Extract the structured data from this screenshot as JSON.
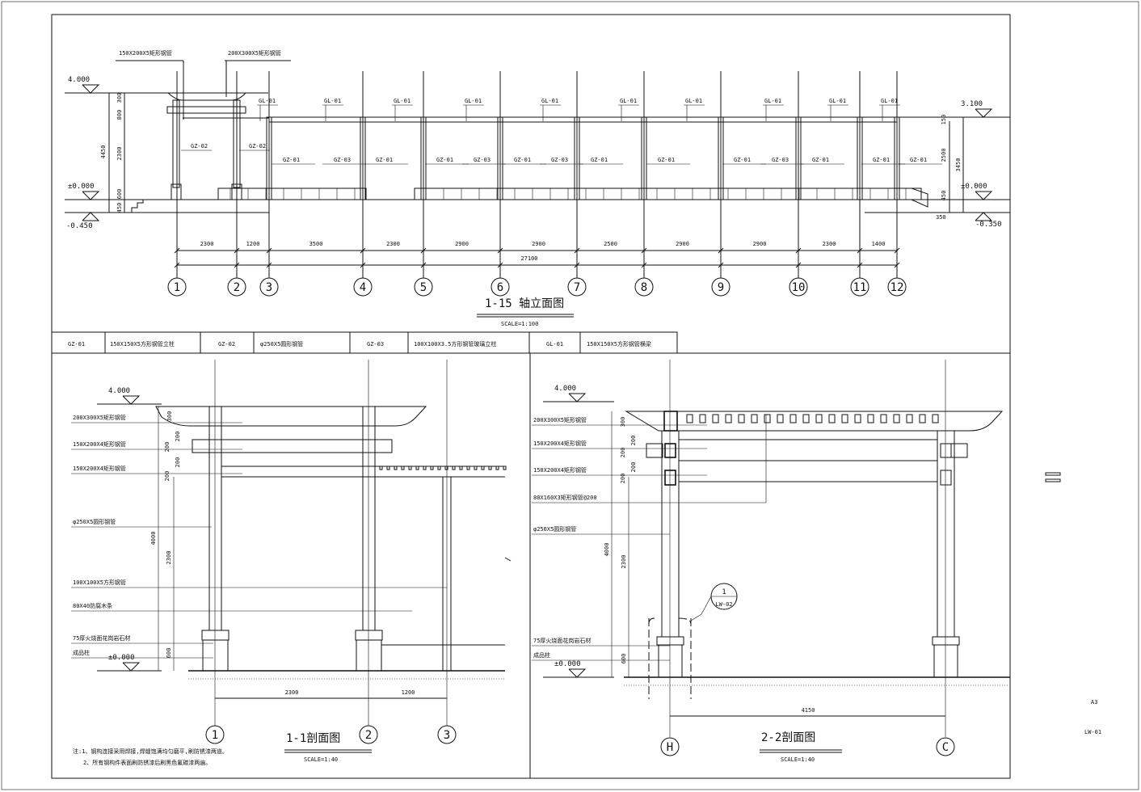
{
  "elevation": {
    "title": "1-15 轴立面图",
    "scale": "SCALE=1:100",
    "axes": [
      "1",
      "2",
      "3",
      "4",
      "5",
      "6",
      "7",
      "8",
      "9",
      "10",
      "11",
      "12"
    ],
    "dims": [
      "2300",
      "1200",
      "3500",
      "2300",
      "2900",
      "2900",
      "2500",
      "2900",
      "2900",
      "2300",
      "1400"
    ],
    "total": "27100",
    "levels": {
      "top": "4.000",
      "zero": "±0.000",
      "low": "-0.450",
      "right_top": "3.100",
      "right_zero": "±0.000",
      "right_low": "-0.350"
    },
    "left_dims": {
      "d300": "300",
      "d800": "800",
      "d2300": "2300",
      "d600": "600",
      "d450": "450",
      "d4450": "4450"
    },
    "right_dims": {
      "d150": "150",
      "d2500": "2500",
      "d3450": "3450",
      "d450": "450",
      "d350": "350"
    },
    "callouts": {
      "beam_a": "150X200X5矩形钢管",
      "beam_b": "200X300X5矩形钢管"
    },
    "gl_labels": [
      "GL-01",
      "GL-01",
      "GL-01",
      "GL-01",
      "GL-01",
      "GL-01",
      "GL-01",
      "GL-01",
      "GL-01",
      "GL-01"
    ],
    "gz02_labels": [
      "GZ-02",
      "GZ-02"
    ],
    "gz_labels": [
      "GZ-01",
      "GZ-03",
      "GZ-01",
      "GZ-01",
      "GZ-03",
      "GZ-01",
      "GZ-03",
      "GZ-01",
      "GZ-01",
      "GZ-01",
      "GZ-03",
      "GZ-01",
      "GZ-01",
      "GZ-01"
    ]
  },
  "legend": [
    {
      "code": "GZ-01",
      "desc": "150X150X5方形钢管立柱"
    },
    {
      "code": "GZ-02",
      "desc": "φ250X5圆形钢管"
    },
    {
      "code": "GZ-03",
      "desc": "100X100X3.5方形钢管玻璃立柱"
    },
    {
      "code": "GL-01",
      "desc": "150X150X5方形钢管横梁"
    }
  ],
  "section1": {
    "title": "1-1剖面图",
    "scale": "SCALE=1:40",
    "level_top": "4.000",
    "level_zero": "±0.000",
    "labels": [
      "200X300X5矩形钢管",
      "150X200X4矩形钢管",
      "150X200X4矩形钢管",
      "φ250X5圆形钢管",
      "100X100X5方形钢管",
      "80X40防腐木条",
      "75厚火烧面花岗岩石材",
      "成品柱"
    ],
    "vdims": [
      "300",
      "200",
      "200",
      "200",
      "200",
      "4000",
      "2300",
      "600"
    ],
    "dims": [
      "2300",
      "1200"
    ],
    "axes": [
      "1",
      "2",
      "3"
    ]
  },
  "section2": {
    "title": "2-2剖面图",
    "scale": "SCALE=1:40",
    "level_top": "4.000",
    "level_zero": "±0.000",
    "labels": [
      "200X300X5矩形钢管",
      "150X200X4矩形钢管",
      "150X200X4矩形钢管",
      "80X160X3矩形钢管@200",
      "φ250X5圆形钢管",
      "75厚火烧面花岗岩石材",
      "成品柱"
    ],
    "vdims": [
      "300",
      "200",
      "200",
      "200",
      "200",
      "4000",
      "2300",
      "600"
    ],
    "dims": [
      "4150"
    ],
    "axes": [
      "H",
      "C"
    ],
    "detail": {
      "num": "1",
      "ref": "LW-02"
    }
  },
  "notes": [
    "注:1、钢构连接采用焊接,焊缝饱满均匀磨平,刷防锈漆两道。",
    "2、所有钢构件表面刷防锈漆后刷黑色氟碳漆两遍。"
  ],
  "sheet": {
    "size": "A3",
    "number": "LW-01"
  }
}
